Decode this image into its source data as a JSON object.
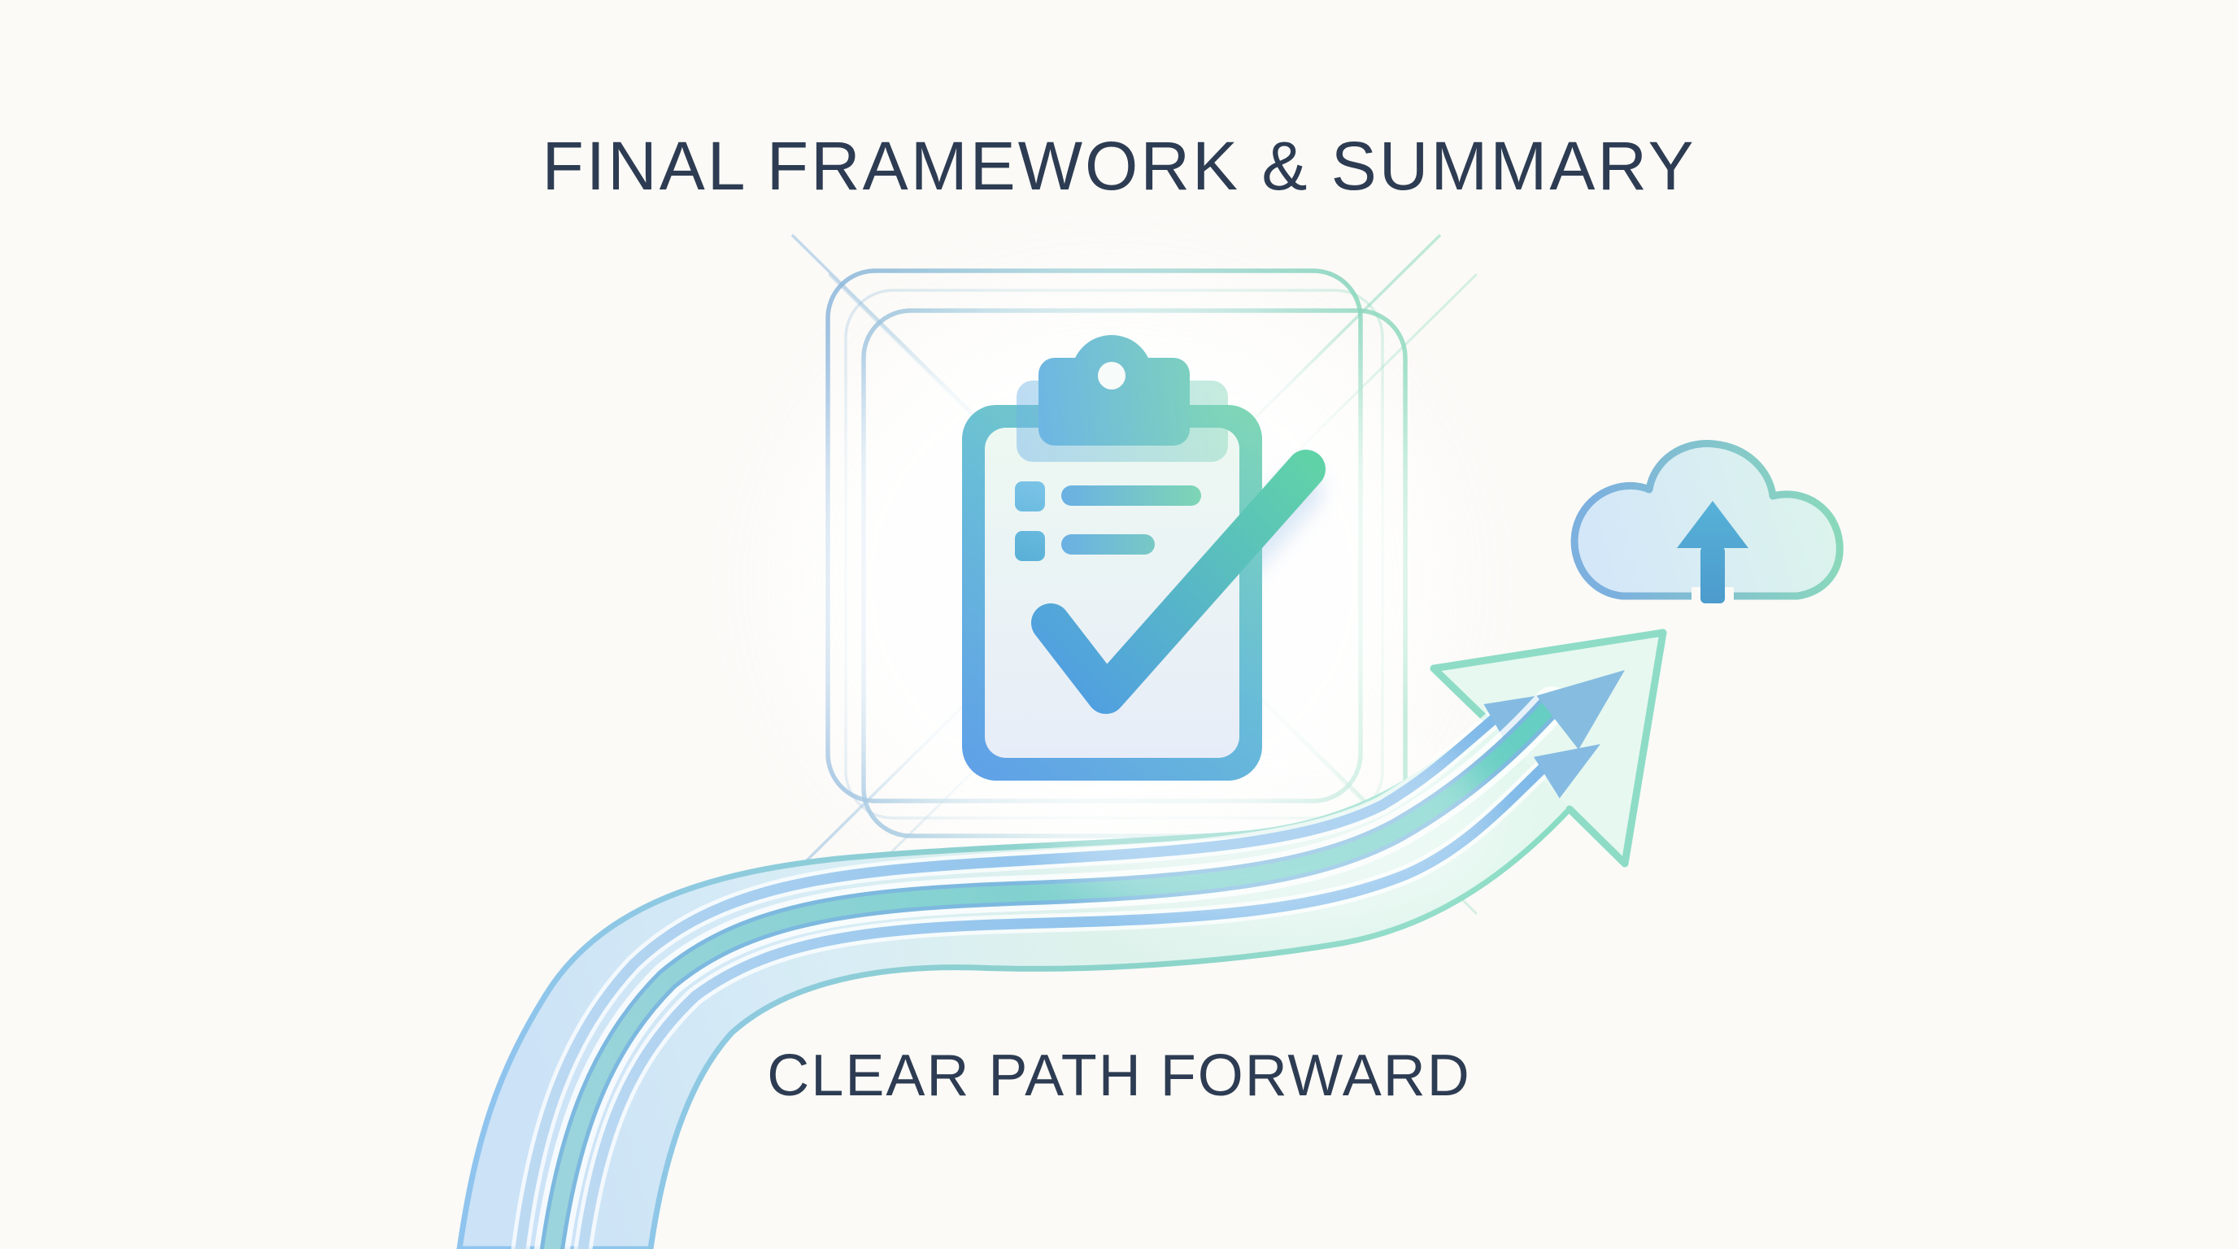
{
  "slide": {
    "background_color": "#fbfaf7",
    "text_color": "#2d3c52",
    "title": "FINAL FRAMEWORK & SUMMARY",
    "caption": "CLEAR PATH FORWARD"
  },
  "illustration": {
    "icons": [
      "blueprint-box",
      "clipboard-check-icon",
      "cloud-upload-icon",
      "growth-arrow-icon"
    ],
    "palette": {
      "blue": "#6aaae8",
      "sky_blue": "#7db8e8",
      "teal": "#6fd2c4",
      "green": "#7fd8b8",
      "mint_fill": "#e2f6ee",
      "light_blue_fill": "#cde3f7",
      "ink": "#2d3c52"
    }
  }
}
